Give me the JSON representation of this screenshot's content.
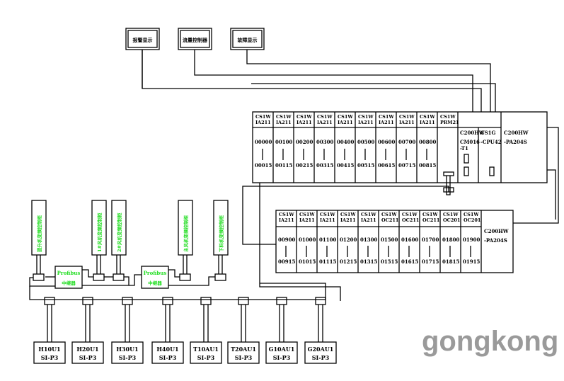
{
  "top_panels": [
    "报警显示",
    "流量控制器",
    "故障显示"
  ],
  "rack1": {
    "modules": [
      {
        "type": "CS1W IA211",
        "start": "00000",
        "end": "00015"
      },
      {
        "type": "CS1W IA211",
        "start": "00100",
        "end": "00115"
      },
      {
        "type": "CS1W IA211",
        "start": "00200",
        "end": "00215"
      },
      {
        "type": "CS1W IA211",
        "start": "00300",
        "end": "00315"
      },
      {
        "type": "CS1W IA211",
        "start": "00400",
        "end": "00415"
      },
      {
        "type": "CS1W IA211",
        "start": "00500",
        "end": "00515"
      },
      {
        "type": "CS1W IA211",
        "start": "00600",
        "end": "00615"
      },
      {
        "type": "CS1W IA211",
        "start": "00700",
        "end": "00715"
      },
      {
        "type": "CS1W IA211",
        "start": "00800",
        "end": "00815"
      },
      {
        "type": "CS1W PRM21",
        "start": "",
        "end": ""
      }
    ],
    "comm": "C200HW CM016 -T1",
    "cpu": "CS1G -CPU42",
    "power": "C200HW -PA204S"
  },
  "rack2": {
    "modules": [
      {
        "type": "CS1W IA211",
        "start": "00900",
        "end": "00915"
      },
      {
        "type": "CS1W IA211",
        "start": "01000",
        "end": "01015"
      },
      {
        "type": "CS1W IA211",
        "start": "01100",
        "end": "01115"
      },
      {
        "type": "CS1W IA211",
        "start": "01200",
        "end": "01215"
      },
      {
        "type": "CS1W IA211",
        "start": "01300",
        "end": "01315"
      },
      {
        "type": "CS1W OC211",
        "start": "01500",
        "end": "01515"
      },
      {
        "type": "CS1W OC211",
        "start": "01600",
        "end": "01615"
      },
      {
        "type": "CS1W OC211",
        "start": "01700",
        "end": "01715"
      },
      {
        "type": "CS1W OC201",
        "start": "01800",
        "end": "01815"
      },
      {
        "type": "CS1W OC201",
        "start": "01900",
        "end": "01915"
      }
    ],
    "power": "C200HW -PA204S"
  },
  "field_panels": [
    "提升机变频控制柜",
    "1#风机变频控制柜",
    "2#风机变频控制柜",
    "主风机变频控制柜",
    "下料机变频控制柜"
  ],
  "repeaters": [
    {
      "line1": "Profibus",
      "line2": "中继器"
    },
    {
      "line1": "Profibus",
      "line2": "中继器"
    }
  ],
  "drives": [
    {
      "name": "H10U1",
      "model": "SI-P3"
    },
    {
      "name": "H20U1",
      "model": "SI-P3"
    },
    {
      "name": "H30U1",
      "model": "SI-P3"
    },
    {
      "name": "H40U1",
      "model": "SI-P3"
    },
    {
      "name": "T10AU1",
      "model": "SI-P3"
    },
    {
      "name": "T20AU1",
      "model": "SI-P3"
    },
    {
      "name": "G10AU1",
      "model": "SI-P3"
    },
    {
      "name": "G20AU1",
      "model": "SI-P3"
    }
  ],
  "watermark": "gongkong",
  "colors": {
    "line": "#000000",
    "field_text": "#22dd22",
    "watermark": "#9a9a9a"
  }
}
